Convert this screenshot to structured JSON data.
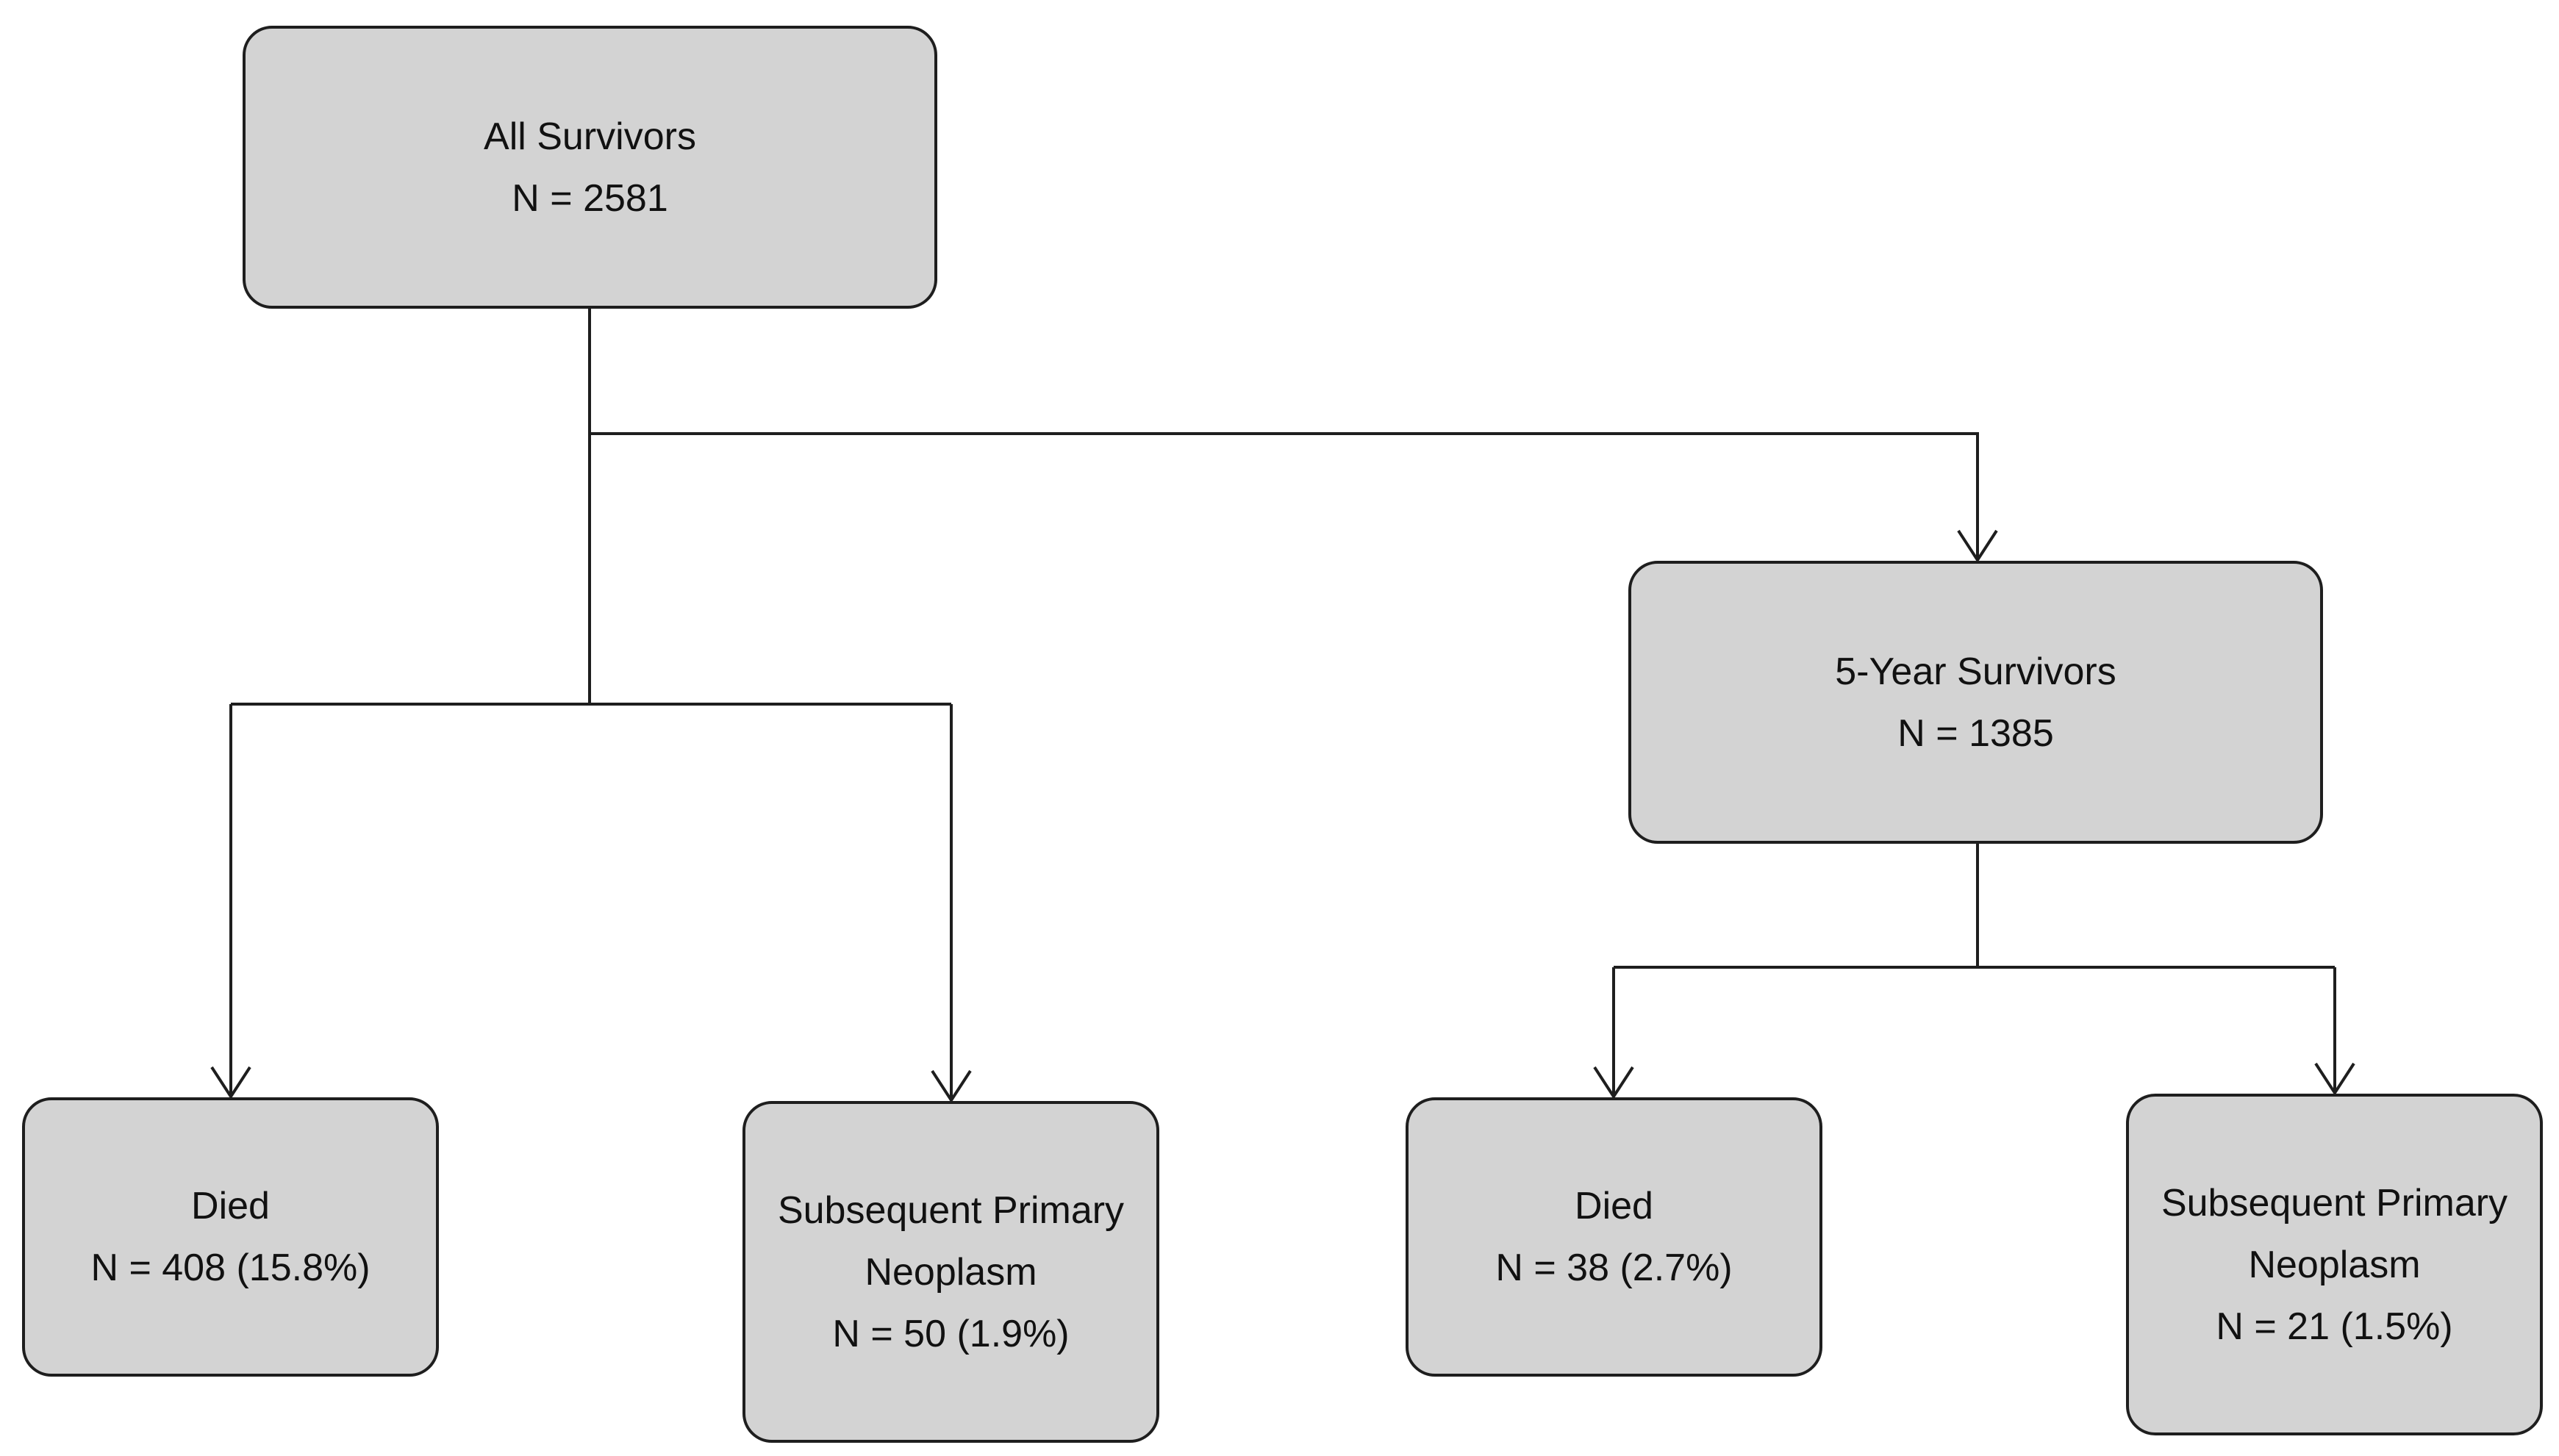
{
  "nodes": {
    "all_survivors": {
      "title": "All Survivors",
      "count": "N = 2581"
    },
    "five_year_survivors": {
      "title": "5-Year Survivors",
      "count": "N = 1385"
    },
    "all_died": {
      "title": "Died",
      "count": "N = 408 (15.8%)"
    },
    "all_spn": {
      "title_line1": "Subsequent Primary",
      "title_line2": "Neoplasm",
      "count": "N = 50 (1.9%)"
    },
    "five_year_died": {
      "title": "Died",
      "count": "N = 38 (2.7%)"
    },
    "five_year_spn": {
      "title_line1": "Subsequent Primary",
      "title_line2": "Neoplasm",
      "count": "N = 21 (1.5%)"
    }
  },
  "colors": {
    "node_fill": "#d3d3d3",
    "line": "#1e1e1e"
  }
}
